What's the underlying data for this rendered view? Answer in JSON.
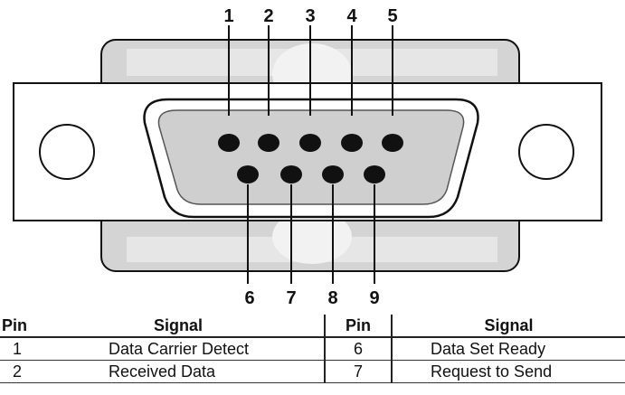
{
  "pin_labels_top": [
    "1",
    "2",
    "3",
    "4",
    "5"
  ],
  "pin_labels_bottom": [
    "6",
    "7",
    "8",
    "9"
  ],
  "colors": {
    "shell": "#d4d4d4",
    "inner_face": "#cfcfcf",
    "pin": "#111111",
    "outline": "#111111",
    "background": "#ffffff"
  },
  "table": {
    "headers": {
      "pin": "Pin",
      "signal": "Signal",
      "pin2": "Pin",
      "signal2": "Signal"
    },
    "rows": [
      {
        "pin": "1",
        "signal": "Data Carrier Detect",
        "pin2": "6",
        "signal2": "Data Set Ready"
      },
      {
        "pin": "2",
        "signal": "Received Data",
        "pin2": "7",
        "signal2": "Request to Send"
      }
    ]
  }
}
